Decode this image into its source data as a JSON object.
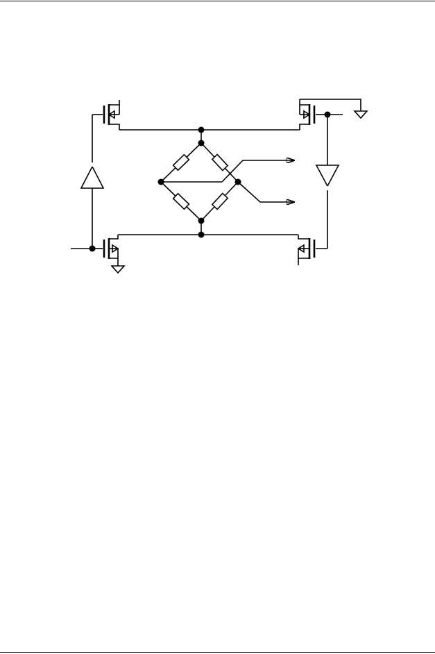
{
  "diagram": {
    "components": [
      {
        "name": "pmos-top-left",
        "kind": "p-channel mosfet"
      },
      {
        "name": "nmos-bottom-left",
        "kind": "n-channel mosfet"
      },
      {
        "name": "pmos-top-right",
        "kind": "p-channel mosfet"
      },
      {
        "name": "nmos-bottom-right",
        "kind": "n-channel mosfet"
      },
      {
        "name": "inverter-left",
        "kind": "inverter"
      },
      {
        "name": "inverter-right",
        "kind": "inverter"
      },
      {
        "name": "resistor-bridge",
        "kind": "wheatstone bridge",
        "resistor_count": 4
      },
      {
        "name": "ground-symbols",
        "count": 2
      },
      {
        "name": "output-arrows",
        "count": 2
      },
      {
        "name": "input-line",
        "count": 1
      }
    ],
    "colors": {
      "stroke": "#000000",
      "background": "#ffffff"
    }
  }
}
